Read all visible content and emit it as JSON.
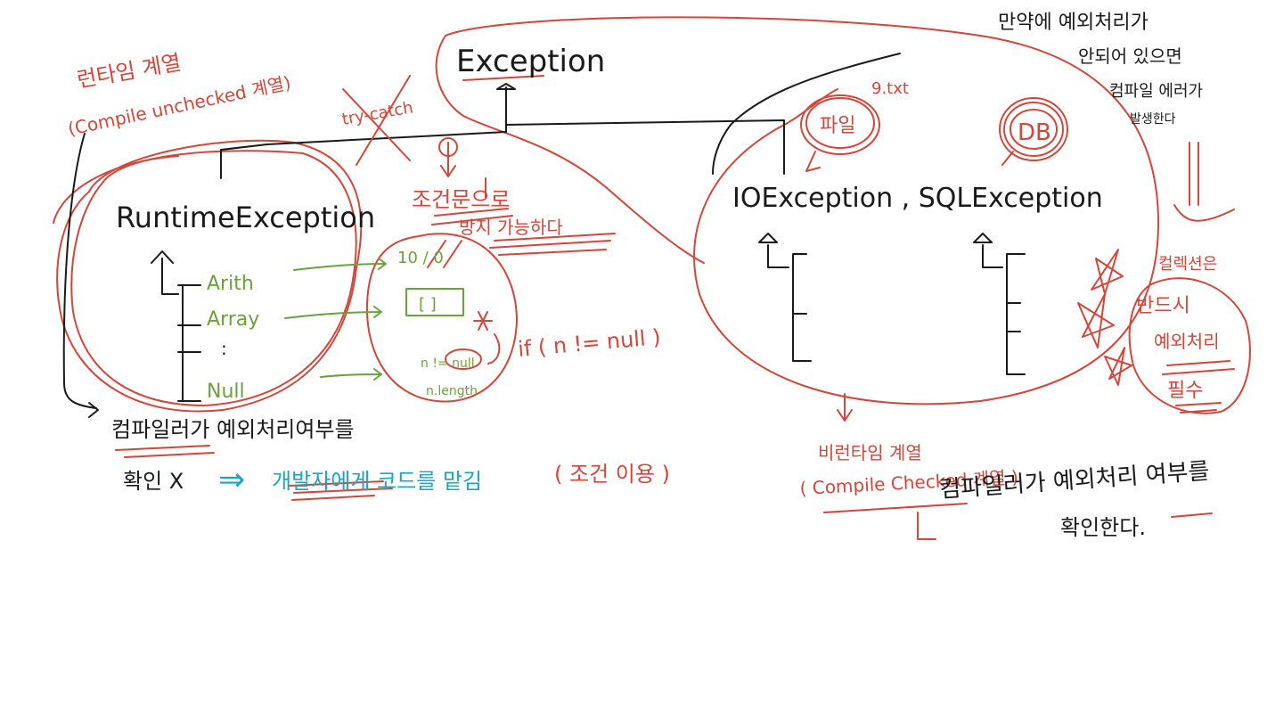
{
  "colors": {
    "ink": "#1a1a1a",
    "red": "#d4453a",
    "green": "#6aa23c",
    "cyan": "#17a7c4"
  },
  "exception": {
    "title": "Exception"
  },
  "left": {
    "heading_ko": "런타임 계열",
    "heading_en": "(Compile unchecked 계열)",
    "runtime": "RuntimeException",
    "children": [
      "Arith",
      "Array",
      ":",
      "Null"
    ],
    "struck_label": "try-catch",
    "condition_label": "조건문으로",
    "prevent_label": "방지 가능하다",
    "cond_items": [
      "10 / 0",
      "[  ]",
      "n != null",
      "n.length"
    ],
    "if_label": "if ( n != null )",
    "note_line1": "컴파일러가 예외처리여부를",
    "note_line2": "확인 X",
    "note_arrow": "⇒",
    "note_line3": "개발자에게 코드를 맡김",
    "note_line4": "( 조건 이용 )"
  },
  "right": {
    "top_note": [
      "만약에 예외처리가",
      "안되어 있으면",
      "컴파일 에러가",
      "발생한다"
    ],
    "tag_note": "9.txt",
    "file_label": "파일",
    "db_label": "DB",
    "checked": "IOException , SQLException",
    "side_note": [
      "컬렉션은",
      "반드시",
      "예외처리",
      "필수"
    ],
    "heading_ko": "비런타임 계열",
    "heading_en": "( Compile Checked 계열 )",
    "footer_line1": "컴파일러가 예외처리 여부를",
    "footer_line2": "확인한다."
  }
}
